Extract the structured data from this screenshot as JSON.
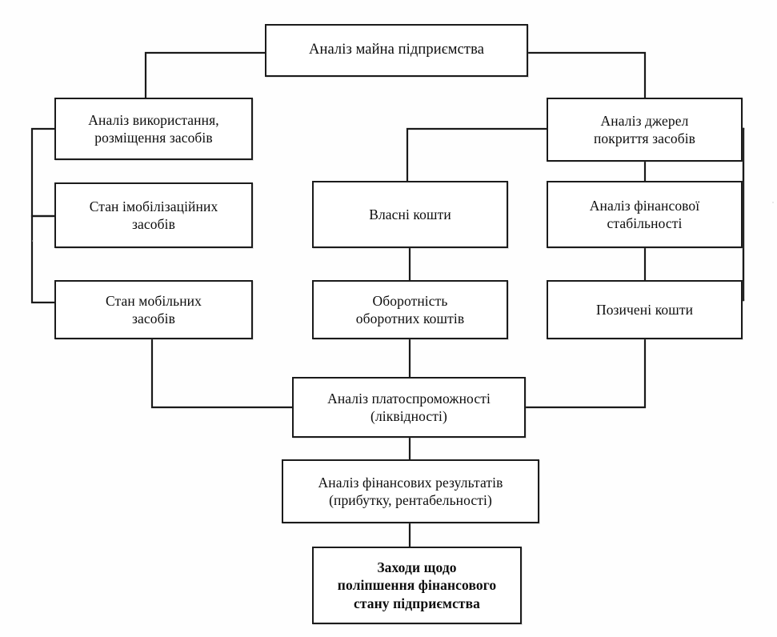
{
  "diagram": {
    "title": "Аналіз майна підприємства",
    "language": "uk",
    "type": "hierarchical-flow-chart",
    "nodes": [
      {
        "id": "root",
        "label": "Аналіз майна підприємства"
      },
      {
        "id": "usage",
        "label": "Аналіз використання,\nрозміщення засобів"
      },
      {
        "id": "immobilized",
        "label": "Стан імобілізаційних\nзасобів"
      },
      {
        "id": "mobile",
        "label": "Стан мобільних\nзасобів"
      },
      {
        "id": "own_funds",
        "label": "Власні кошти"
      },
      {
        "id": "turnover",
        "label": "Оборотність\nоборотних коштів"
      },
      {
        "id": "sources",
        "label": "Аналіз джерел\nпокриття засобів"
      },
      {
        "id": "stability",
        "label": "Аналіз фінансової\nстабільності"
      },
      {
        "id": "borrowed",
        "label": "Позичені кошти"
      },
      {
        "id": "solvency",
        "label": "Аналіз платоспроможності\n(ліквідності)"
      },
      {
        "id": "results",
        "label": "Аналіз фінансових результатів\n(прибутку, рентабельності)"
      },
      {
        "id": "measures",
        "label": "Заходи щодо\nполіпшення фінансового\nстану підприємства"
      }
    ],
    "edges": [
      {
        "from": "root",
        "to": "usage"
      },
      {
        "from": "root",
        "to": "sources"
      },
      {
        "from": "usage",
        "to": "immobilized"
      },
      {
        "from": "immobilized",
        "to": "mobile"
      },
      {
        "from": "sources",
        "to": "own_funds"
      },
      {
        "from": "sources",
        "to": "stability"
      },
      {
        "from": "stability",
        "to": "borrowed"
      },
      {
        "from": "own_funds",
        "to": "turnover"
      },
      {
        "from": "sources",
        "to": "borrowed"
      },
      {
        "from": "mobile",
        "to": "solvency"
      },
      {
        "from": "turnover",
        "to": "solvency"
      },
      {
        "from": "borrowed",
        "to": "solvency"
      },
      {
        "from": "solvency",
        "to": "results"
      },
      {
        "from": "results",
        "to": "measures"
      }
    ],
    "colors": {
      "box_border": "#1b1b1b",
      "box_fill": "#ffffff",
      "line": "#1a1a1a",
      "text": "#0d0d0d",
      "background": "#fefefe"
    }
  }
}
